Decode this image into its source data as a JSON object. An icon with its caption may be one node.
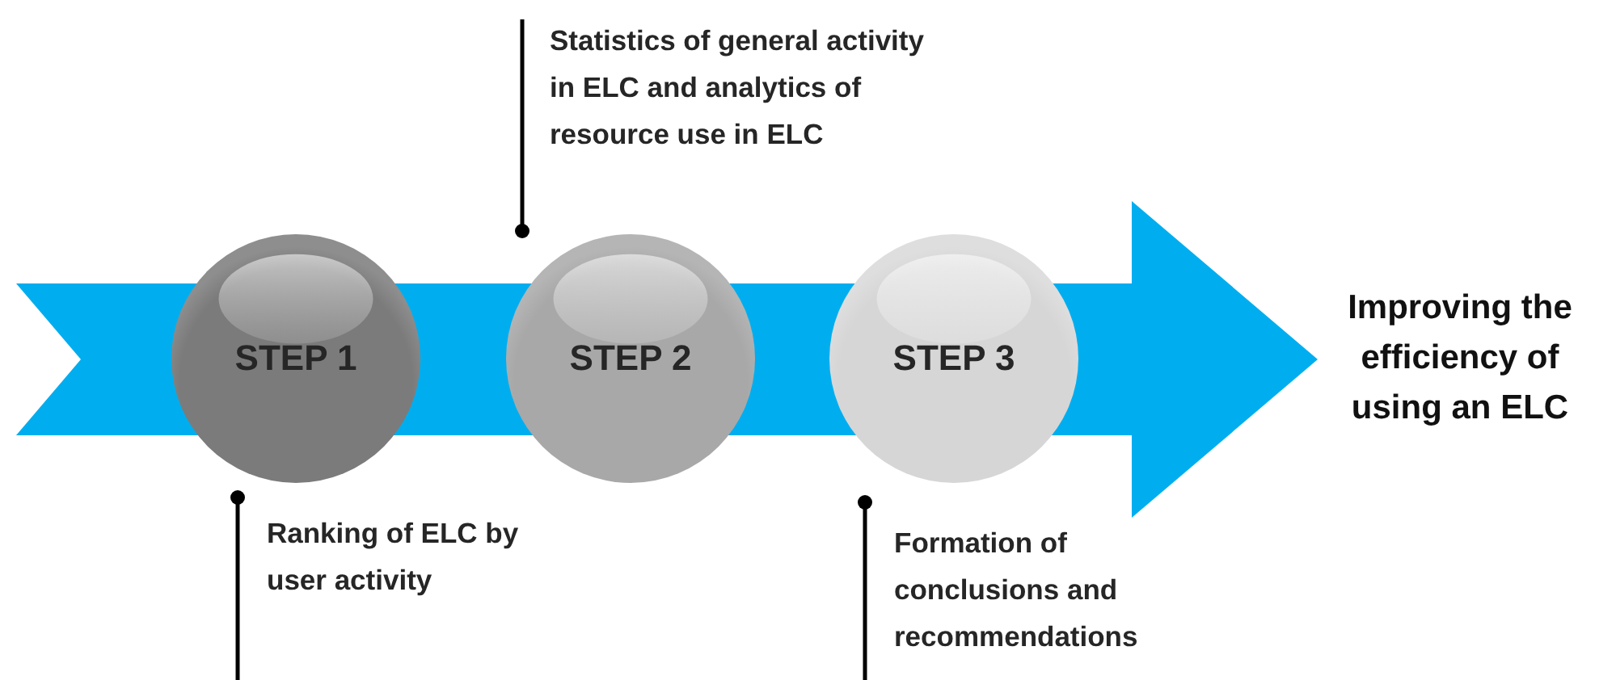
{
  "diagram": {
    "nodes": [
      {
        "text": [
          "STEP 1"
        ],
        "beside": [
          "Ranking of ELC by user activity"
        ]
      },
      {
        "text": [
          "STEP 2"
        ],
        "beside": [
          "Statistics of general activity in ELC and analytics of resource use in ELC"
        ]
      },
      {
        "text": [
          "STEP 3"
        ],
        "beside": [
          "Formation of conclusions and recommendations"
        ]
      },
      {
        "text": [
          "Improving the efficiency of using an ELC"
        ]
      }
    ],
    "edges": [
      {
        "from": null,
        "to": 3,
        "arrow": "to",
        "style": "thick"
      }
    ]
  }
}
